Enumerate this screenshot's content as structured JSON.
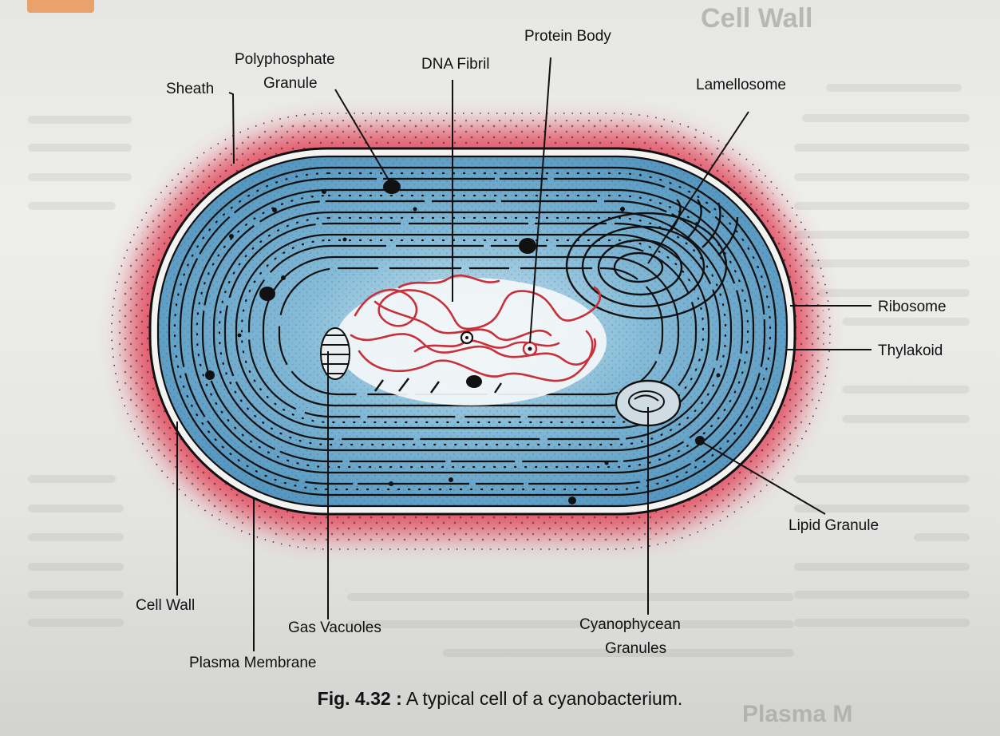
{
  "labels": {
    "sheath": "Sheath",
    "polyphosphate": [
      "Polyphosphate",
      "Granule"
    ],
    "dna_fibril": "DNA Fibril",
    "protein_body": "Protein Body",
    "lamellosome": "Lamellosome",
    "ribosome": "Ribosome",
    "thylakoid": "Thylakoid",
    "lipid_granule": "Lipid Granule",
    "cyanophycean": [
      "Cyanophycean",
      "Granules"
    ],
    "gas_vacuoles": "Gas Vacuoles",
    "plasma_membrane": "Plasma Membrane",
    "cell_wall": "Cell Wall"
  },
  "caption": {
    "fig_number": "Fig. 4.32 :",
    "text": " A typical cell of a cyanobacterium."
  },
  "background_text": {
    "heading": "Cell Wall",
    "footer": "Plasma M"
  },
  "colors": {
    "sheath": "#e04a5e",
    "cytoplasm": "#5e9ec4",
    "dna": "#c8303a",
    "ink": "#111111"
  }
}
